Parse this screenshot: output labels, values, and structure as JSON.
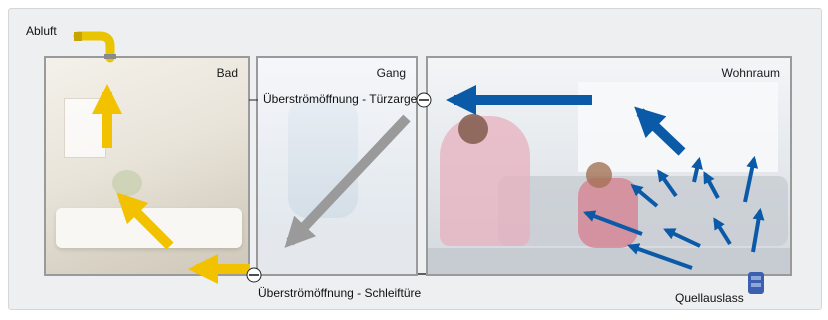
{
  "rooms": {
    "bad": "Bad",
    "gang": "Gang",
    "wohnraum": "Wohnraum"
  },
  "labels": {
    "abluft": "Abluft",
    "ueberstroem_tuerzarge": "Überströmöffnung - Türzarge",
    "ueberstroem_schleiftuere": "Überströmöffnung - Schleiftüre",
    "quellauslass": "Quellauslass"
  },
  "colors": {
    "supply_arrow": "#0b5aa8",
    "transfer_arrow": "#9a9a9a",
    "exhaust_arrow": "#f2c200",
    "exhaust_duct": "#e9c400",
    "outlet": "#3c5fb0"
  }
}
